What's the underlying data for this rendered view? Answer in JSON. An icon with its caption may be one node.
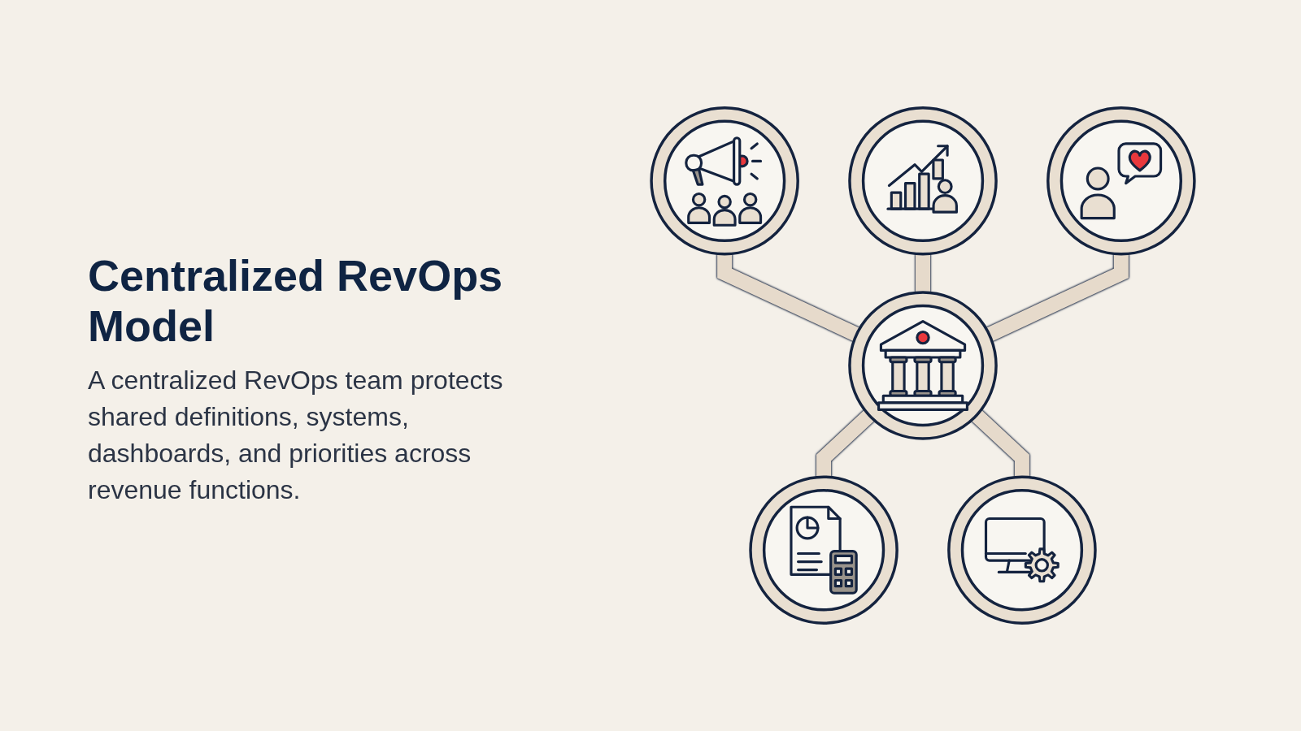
{
  "diagram": {
    "title": "Centralized RevOps Model",
    "caption": "A centralized RevOps team protects shared definitions, systems, dashboards, and priorities across revenue functions.",
    "nodes": [
      {
        "text": [],
        "shape": "circle"
      },
      {
        "text": [],
        "shape": "circle"
      },
      {
        "text": [],
        "shape": "circle"
      },
      {
        "text": [],
        "shape": "circle"
      },
      {
        "text": [],
        "shape": "circle"
      },
      {
        "text": [],
        "shape": "circle"
      }
    ],
    "edges": [
      {
        "from": 0,
        "to": 2,
        "arrow": "none"
      },
      {
        "from": 1,
        "to": 2,
        "arrow": "none"
      },
      {
        "from": 3,
        "to": 2,
        "arrow": "none"
      },
      {
        "from": 2,
        "to": 4,
        "arrow": "none"
      },
      {
        "from": 2,
        "to": 5,
        "arrow": "none"
      }
    ]
  }
}
